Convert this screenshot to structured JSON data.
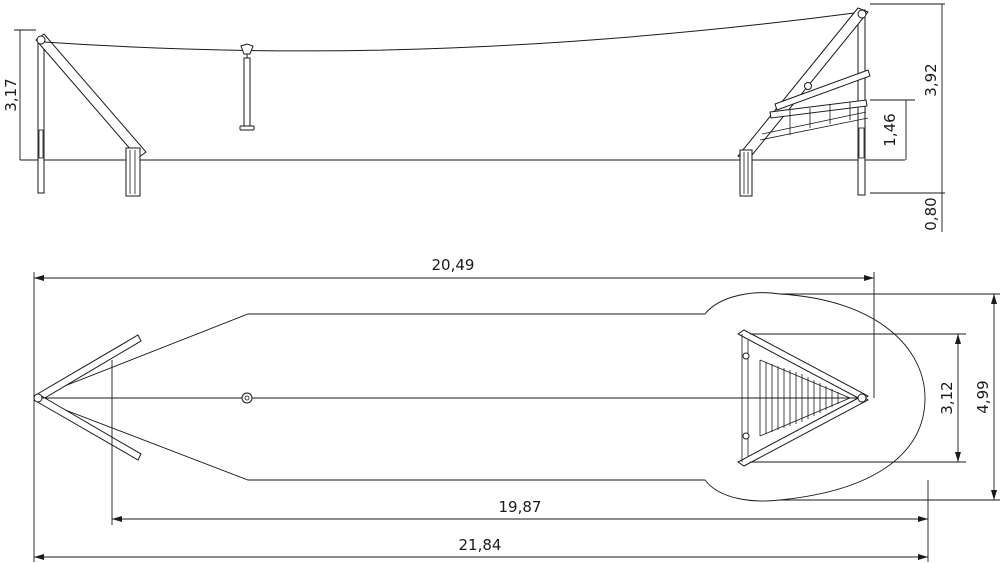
{
  "dimensions": {
    "total_length": "21,84",
    "safety_zone_length": "20,49",
    "cable_span_length": "19,87",
    "end_width": "4,99",
    "frame_width": "3,12",
    "start_height": "3,17",
    "end_height": "3,92",
    "platform_height": "1,46",
    "foundation_depth": "0,80"
  },
  "views": [
    "side-elevation",
    "top-plan"
  ]
}
